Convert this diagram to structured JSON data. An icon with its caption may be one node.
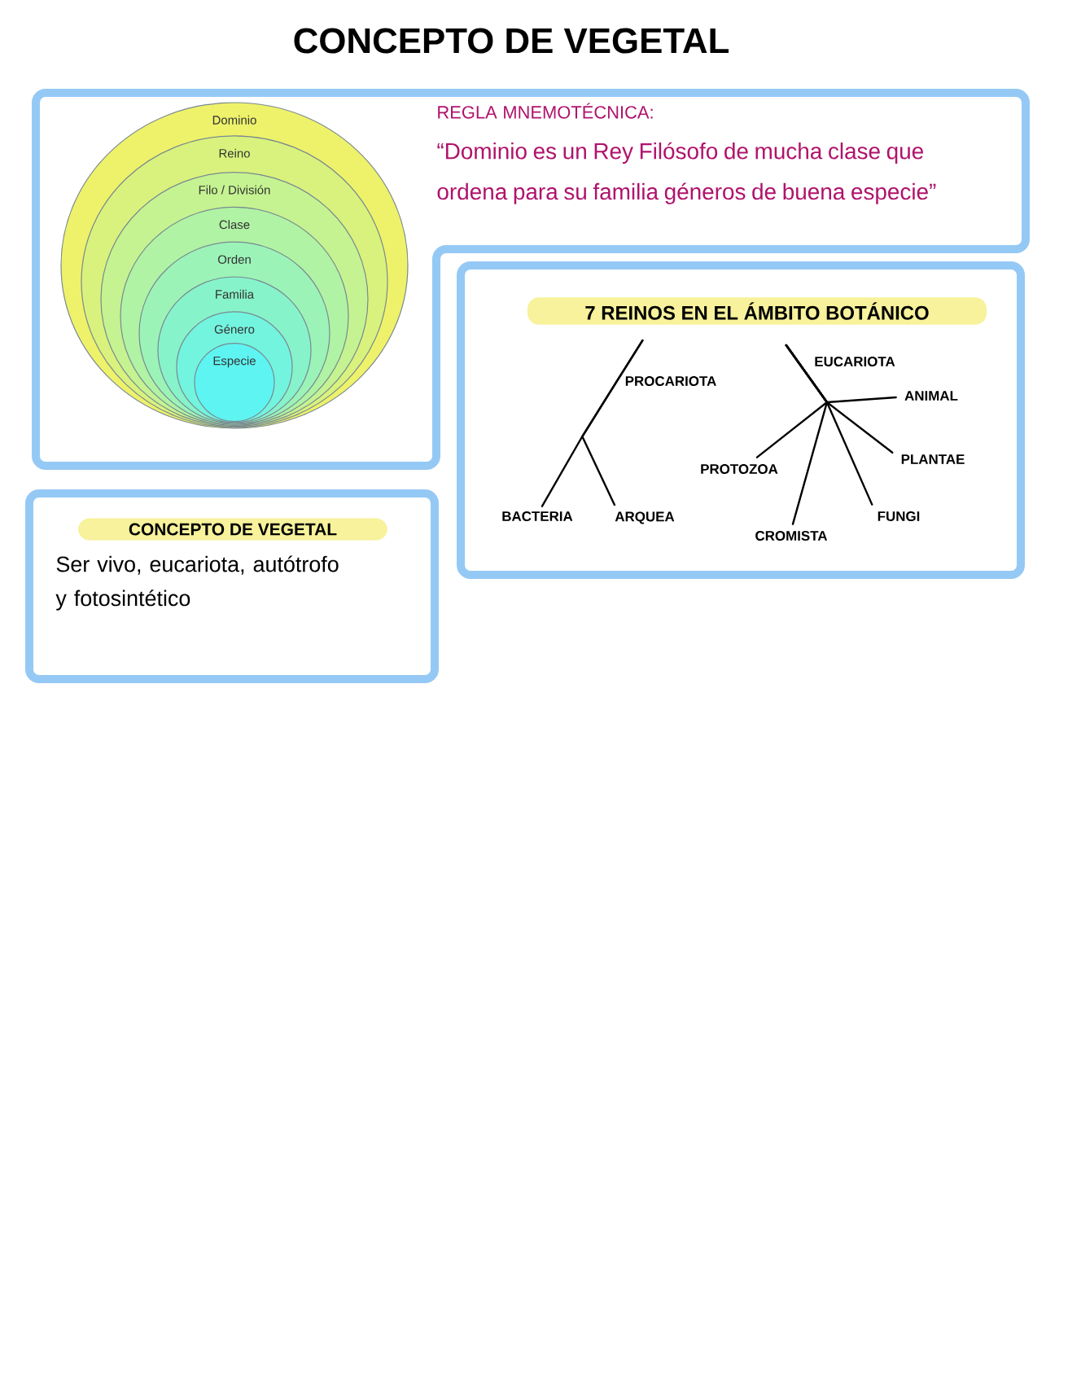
{
  "diagram": {
    "title": "CONCEPTO DE VEGETAL",
    "nodes": [
      {
        "text": [
          "REGLA MNEMOTÉCNICA:",
          "“Dominio es un Rey Filósofo de mucha clase que ordena para su familia géneros de buena especie”"
        ]
      },
      {
        "text": [
          "Dominio"
        ],
        "in": 0
      },
      {
        "text": [
          "Reino"
        ],
        "in": 1
      },
      {
        "text": [
          "Filo / División"
        ],
        "in": 2
      },
      {
        "text": [
          "Clase"
        ],
        "in": 3
      },
      {
        "text": [
          "Orden"
        ],
        "in": 4
      },
      {
        "text": [
          "Familia"
        ],
        "in": 5
      },
      {
        "text": [
          "Género"
        ],
        "in": 6
      },
      {
        "text": [
          "Especie"
        ],
        "in": 7
      },
      {
        "text": [
          "7 REINOS EN EL ÁMBITO BOTÁNICO"
        ]
      },
      {
        "text": [
          "PROCARIOTA"
        ],
        "in": 9
      },
      {
        "text": [
          "BACTERIA"
        ],
        "in": 9
      },
      {
        "text": [
          "ARQUEA"
        ],
        "in": 9
      },
      {
        "text": [
          "EUCARIOTA"
        ],
        "in": 9
      },
      {
        "text": [
          "ANIMAL"
        ],
        "in": 9
      },
      {
        "text": [
          "PLANTAE"
        ],
        "in": 9
      },
      {
        "text": [
          "PROTOZOA"
        ],
        "in": 9
      },
      {
        "text": [
          "CROMISTA"
        ],
        "in": 9
      },
      {
        "text": [
          "FUNGI"
        ],
        "in": 9
      },
      {
        "text": [
          "CONCEPTO DE VEGETAL",
          "Ser vivo, eucariota, autótrofo y fotosintético"
        ]
      }
    ],
    "edges": [
      {
        "from": 10,
        "to": 11,
        "arrow": "none"
      },
      {
        "from": 10,
        "to": 12,
        "arrow": "none"
      },
      {
        "from": 13,
        "to": 14,
        "arrow": "none"
      },
      {
        "from": 13,
        "to": 15,
        "arrow": "none"
      },
      {
        "from": 13,
        "to": 16,
        "arrow": "none"
      },
      {
        "from": 13,
        "to": 17,
        "arrow": "none"
      },
      {
        "from": 13,
        "to": 18,
        "arrow": "none"
      }
    ]
  }
}
